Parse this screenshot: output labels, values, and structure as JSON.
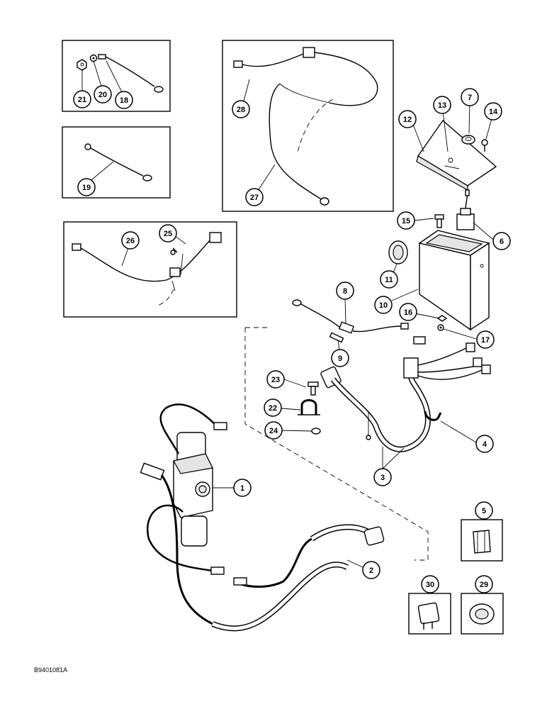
{
  "figure_code": "B9401081A",
  "callouts": [
    "1",
    "2",
    "3",
    "4",
    "5",
    "6",
    "7",
    "8",
    "9",
    "10",
    "11",
    "12",
    "13",
    "14",
    "15",
    "16",
    "17",
    "18",
    "19",
    "20",
    "21",
    "22",
    "23",
    "24",
    "25",
    "26",
    "27",
    "28",
    "29",
    "30"
  ]
}
